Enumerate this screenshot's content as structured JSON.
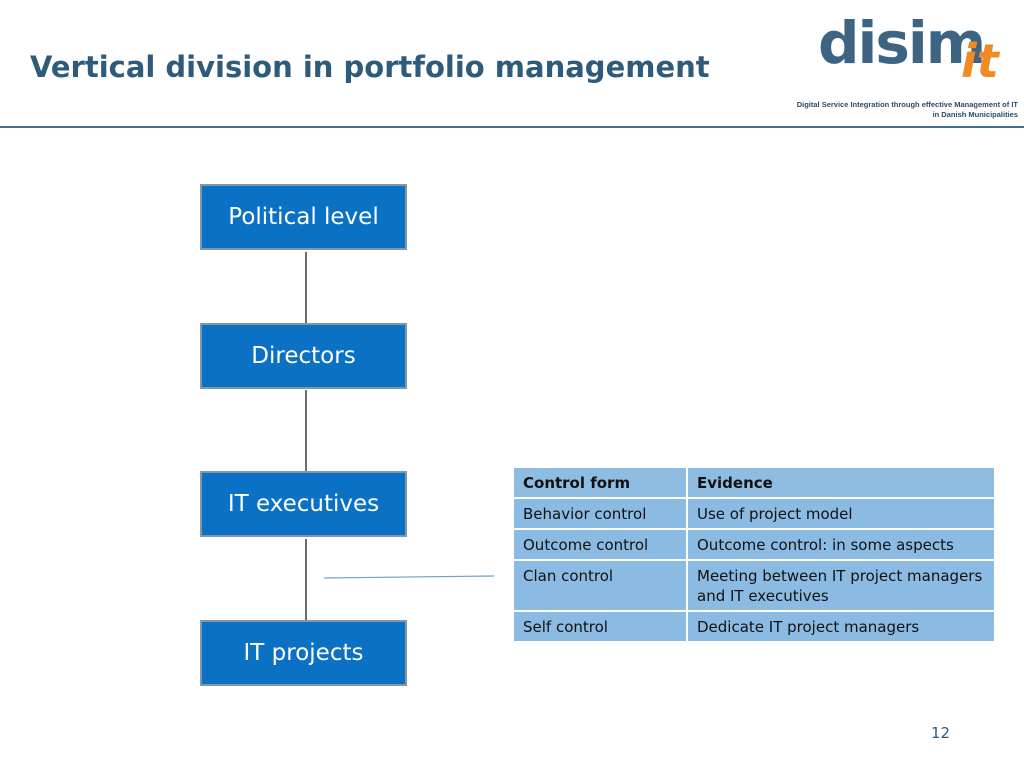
{
  "slide": {
    "title": "Vertical division in portfolio management",
    "page_number": "12"
  },
  "logo": {
    "word": "disim",
    "it": "it",
    "tagline_1": "Digital Service Integration through effective Management of IT",
    "tagline_2": "in Danish Municipalities"
  },
  "hierarchy": {
    "levels": [
      "Political level",
      "Directors",
      "IT executives",
      "IT projects"
    ]
  },
  "table": {
    "headers": [
      "Control form",
      "Evidence"
    ],
    "rows": [
      [
        "Behavior control",
        "Use of project model"
      ],
      [
        "Outcome control",
        "Outcome control: in some aspects"
      ],
      [
        "Clan control",
        "Meeting between IT project managers and IT executives"
      ],
      [
        "Self control",
        "Dedicate IT project managers"
      ]
    ]
  },
  "colors": {
    "title": "#2e5a7c",
    "node_fill": "#0a71c4",
    "table_fill": "#8bbbe2",
    "logo_orange": "#f08a24"
  }
}
